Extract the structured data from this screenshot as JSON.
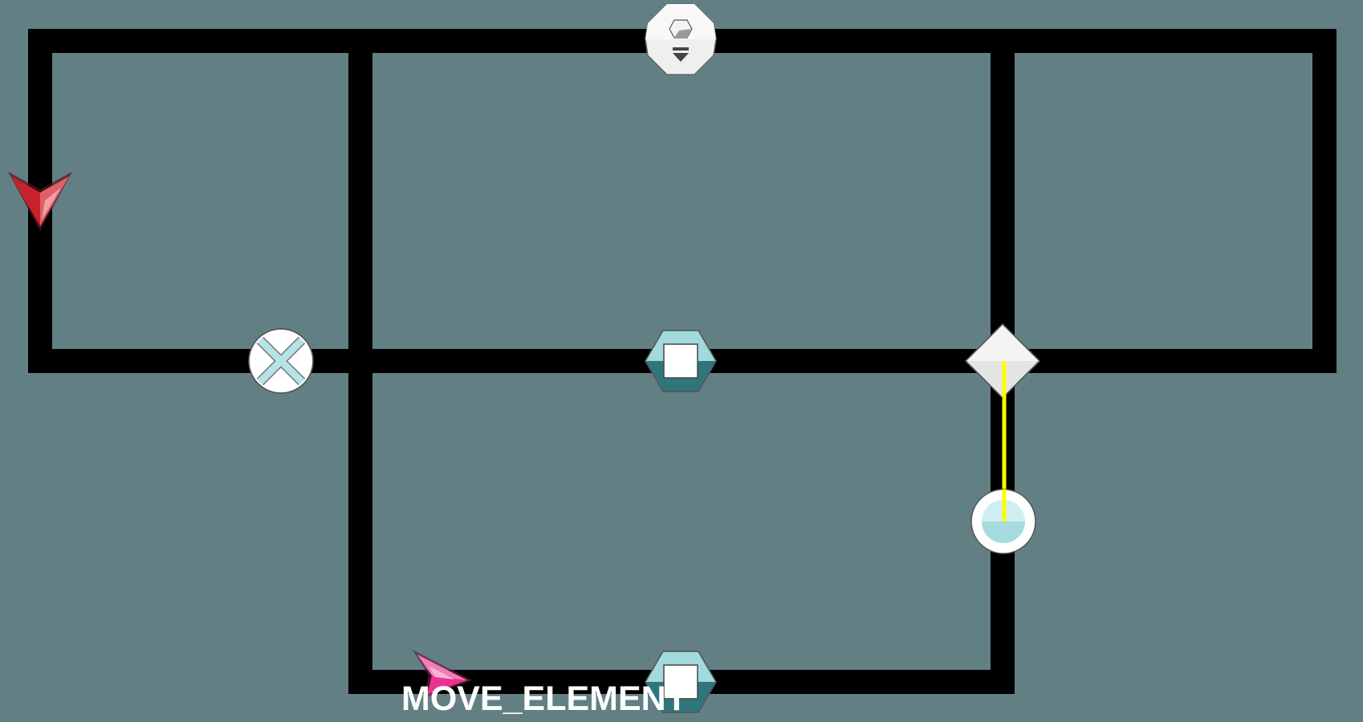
{
  "game": {
    "action_label": "MOVE_ELEMENT",
    "background_color": "#628083",
    "track_color": "#000000",
    "connector_color": "#ffff00",
    "label_color": "#ffffff"
  },
  "pieces": [
    {
      "name": "spawner-piece",
      "icon": "hexagon-drop-icon"
    },
    {
      "name": "red-arrow-piece",
      "icon": "arrow-down-icon",
      "color": "#c8232c"
    },
    {
      "name": "crossing-piece",
      "icon": "x-circle-icon"
    },
    {
      "name": "box-switch-piece-center",
      "icon": "hex-square-icon"
    },
    {
      "name": "diamond-piece",
      "icon": "diamond-icon"
    },
    {
      "name": "half-circle-piece",
      "icon": "half-circle-icon"
    },
    {
      "name": "box-switch-piece-bottom",
      "icon": "hex-square-icon"
    },
    {
      "name": "pink-arrow-cursor",
      "icon": "arrow-right-icon",
      "color": "#e8338f"
    }
  ]
}
